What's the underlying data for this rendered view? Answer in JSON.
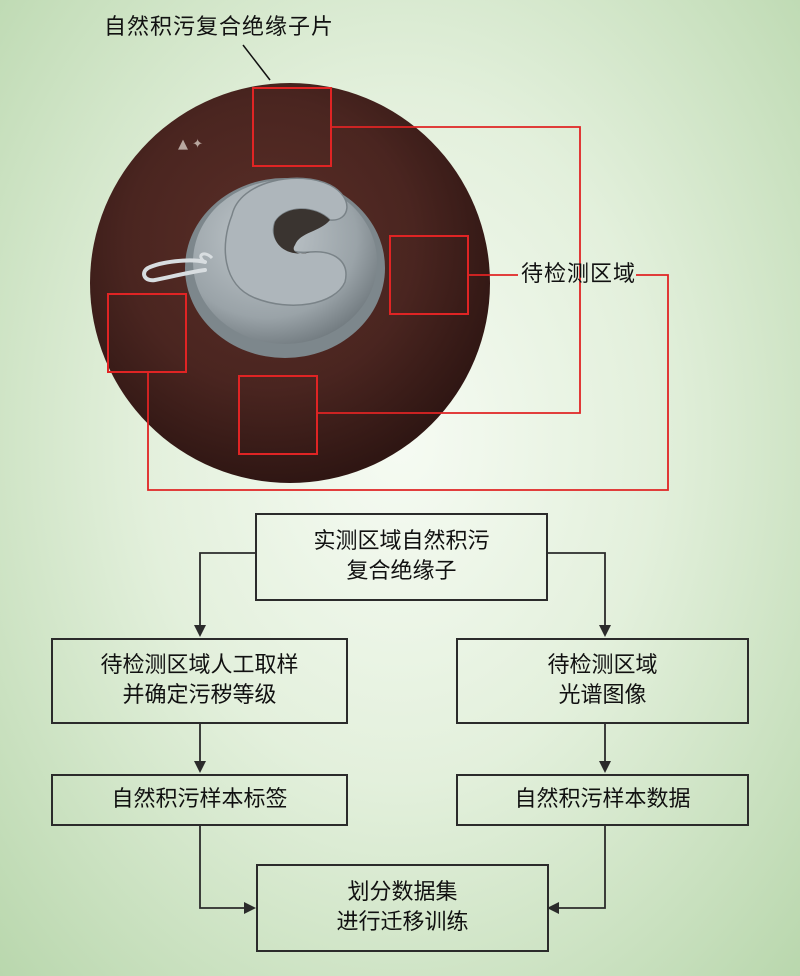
{
  "photo": {
    "caption": "自然积污复合绝缘子片",
    "region_label": "待检测区域",
    "region_count": 4,
    "colors": {
      "disc": "#4a2520",
      "highlight_box": "#e02424",
      "fitting": "#9aa3a8"
    }
  },
  "flowchart": {
    "top": {
      "line1": "实测区域自然积污",
      "line2": "复合绝缘子"
    },
    "left_step": {
      "line1": "待检测区域人工取样",
      "line2": "并确定污秽等级"
    },
    "right_step": {
      "line1": "待检测区域",
      "line2": "光谱图像"
    },
    "left_output": "自然积污样本标签",
    "right_output": "自然积污样本数据",
    "final": {
      "line1": "划分数据集",
      "line2": "进行迁移训练"
    }
  }
}
